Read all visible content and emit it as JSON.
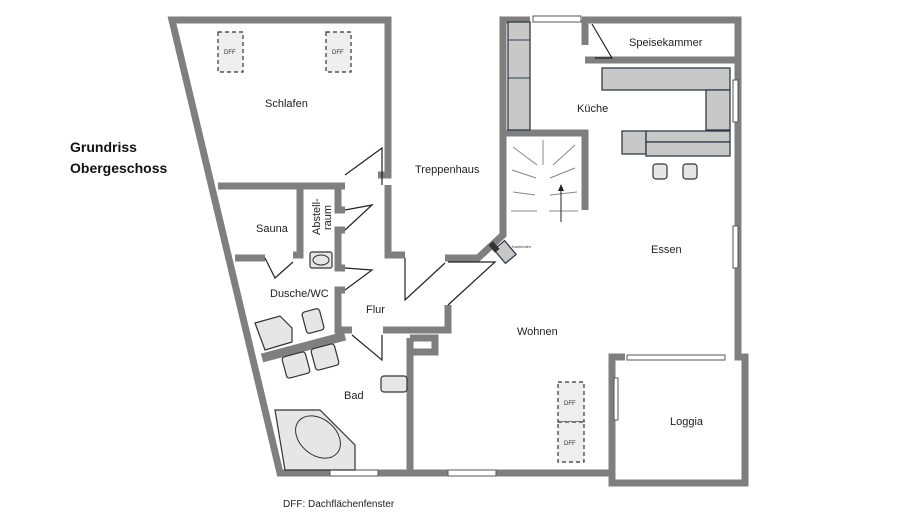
{
  "title_line1": "Grundriss",
  "title_line2": "Obergeschoss",
  "rooms": {
    "schlafen": "Schlafen",
    "sauna": "Sauna",
    "abstell_line1": "Abstell-",
    "abstell_line2": "raum",
    "dusche": "Dusche/WC",
    "flur": "Flur",
    "bad": "Bad",
    "treppenhaus": "Treppenhaus",
    "kueche": "Küche",
    "speisekammer": "Speisekammer",
    "essen": "Essen",
    "wohnen": "Wohnen",
    "loggia": "Loggia"
  },
  "kaminofen": "Kaminofen",
  "dff": "DFF",
  "legend": "DFF: Dachflächenfenster",
  "colors": {
    "wall": "#7f7f7f",
    "furniture": "#c8c8c8"
  }
}
